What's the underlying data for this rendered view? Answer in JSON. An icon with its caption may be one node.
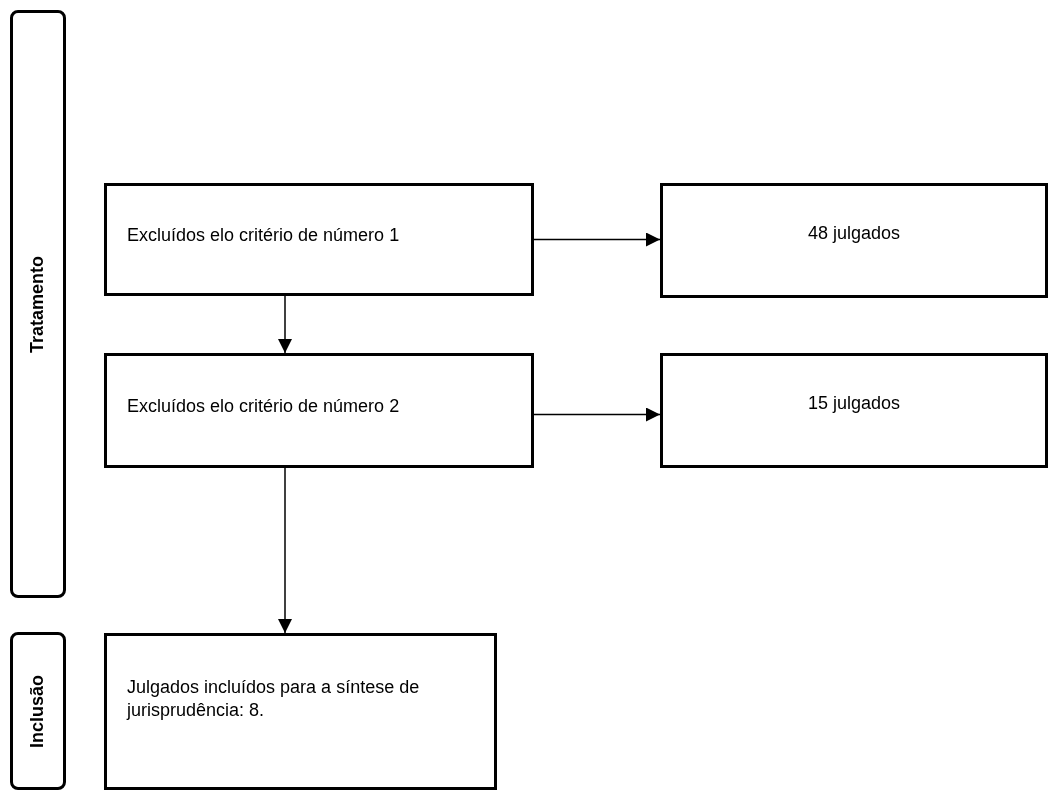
{
  "diagram": {
    "nodes": [
      {
        "text": [
          "Tratamento"
        ]
      },
      {
        "text": [
          "Excluídos elo critério de número 1"
        ]
      },
      {
        "text": [
          "48 julgados"
        ]
      },
      {
        "text": [
          "Excluídos elo critério de número 2"
        ]
      },
      {
        "text": [
          "15 julgados"
        ]
      },
      {
        "text": [
          "Inclusão"
        ]
      },
      {
        "text": [
          "Julgados incluídos para a síntese de jurisprudência: 8."
        ]
      }
    ],
    "edges": [
      {
        "from": 1,
        "to": 2,
        "arrow": "to"
      },
      {
        "from": 1,
        "to": 3,
        "arrow": "to"
      },
      {
        "from": 3,
        "to": 4,
        "arrow": "to"
      },
      {
        "from": 3,
        "to": 6,
        "arrow": "to"
      }
    ]
  }
}
